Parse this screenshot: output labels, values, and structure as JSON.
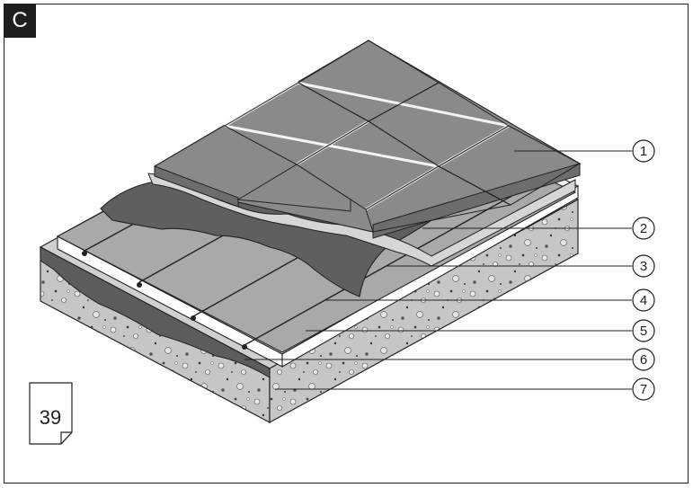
{
  "section_label": "C",
  "page_badge": "39",
  "callouts": [
    "1",
    "2",
    "3",
    "4",
    "5",
    "6",
    "7"
  ],
  "colors": {
    "tile": "#8c8c8c",
    "adhesive": "#5e5e5e",
    "concrete": "#c4c4c4",
    "line": "#222222"
  }
}
